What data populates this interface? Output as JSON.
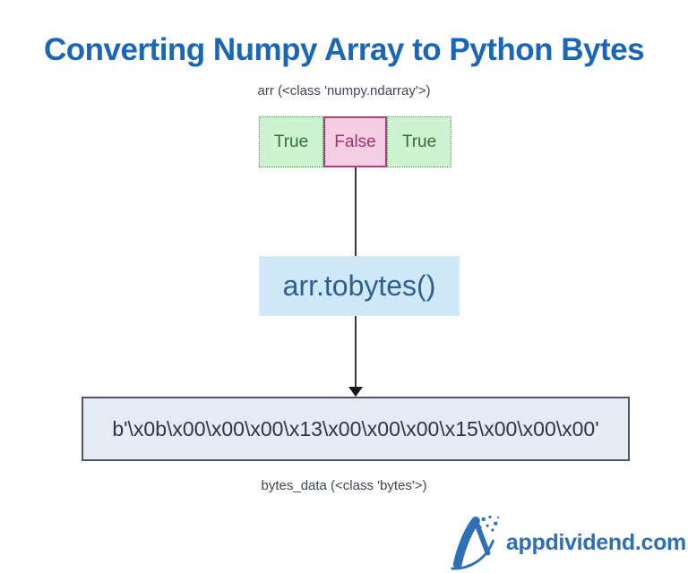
{
  "page": {
    "title": "Converting Numpy Array to Python Bytes"
  },
  "diagram": {
    "array_label": "arr (<class 'numpy.ndarray'>)",
    "array_cells": [
      {
        "value": "True",
        "state": "true"
      },
      {
        "value": "False",
        "state": "false"
      },
      {
        "value": "True",
        "state": "true"
      }
    ],
    "method_label": "arr.tobytes()",
    "bytes_value": "b'\\x0b\\x00\\x00\\x00\\x13\\x00\\x00\\x00\\x15\\x00\\x00\\x00'",
    "bytes_label": "bytes_data (<class 'bytes'>)"
  },
  "branding": {
    "site": "appdividend.com"
  },
  "colors": {
    "title": "#1a68b5",
    "true_bg": "#cdf3d0",
    "true_border": "#4aa34e",
    "true_text": "#336b3d",
    "false_bg": "#f4cfe4",
    "false_border": "#b63c80",
    "false_text": "#a52e6d",
    "method_bg": "#cfe8f8",
    "method_text": "#2d608f",
    "bytes_bg": "#e5eaf5",
    "bytes_border": "#4e566b",
    "bytes_text": "#2d3649",
    "label_text": "#3f4657",
    "brand_blue": "#2e6fb6",
    "line": "#3a3a3a"
  }
}
